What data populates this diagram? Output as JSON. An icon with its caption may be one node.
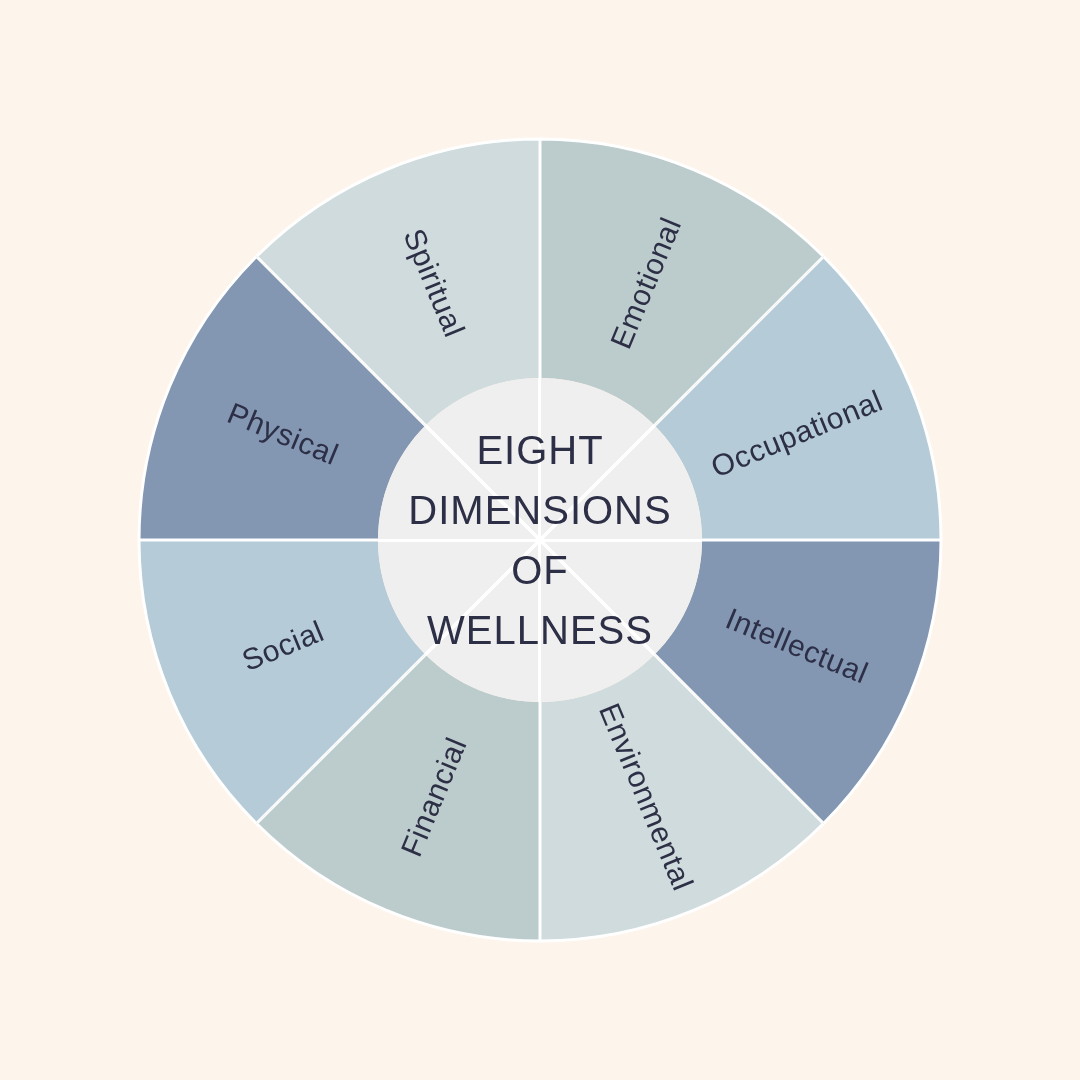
{
  "diagram": {
    "nodes": [
      {
        "text": [
          "EIGHT DIMENSIONS OF WELLNESS"
        ]
      },
      {
        "text": [
          "Emotional"
        ]
      },
      {
        "text": [
          "Occupational"
        ]
      },
      {
        "text": [
          "Intellectual"
        ]
      },
      {
        "text": [
          "Environmental"
        ]
      },
      {
        "text": [
          "Financial"
        ]
      },
      {
        "text": [
          "Social"
        ]
      },
      {
        "text": [
          "Physical"
        ]
      },
      {
        "text": [
          "Spiritual"
        ]
      }
    ]
  }
}
